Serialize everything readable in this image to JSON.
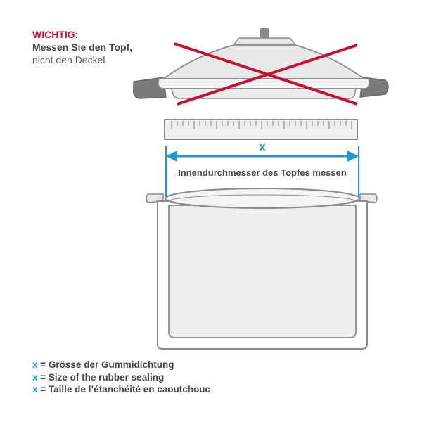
{
  "note": {
    "warning": "WICHTIG:",
    "line1": "Messen Sie den Topf,",
    "line2": "nicht den Deckel"
  },
  "measurement": {
    "symbol": "x",
    "label": "Innendurchmesser des Topfes messen"
  },
  "legend": [
    {
      "symbol": "x",
      "text": "= Grösse der Gummidichtung"
    },
    {
      "symbol": "x",
      "text": "= Size of the rubber sealing"
    },
    {
      "symbol": "x",
      "text": "= Taille de l’étanchéité en caoutchouc"
    }
  ],
  "colors": {
    "warning_red": "#c8102e",
    "accent_blue": "#1a9ad6",
    "outline_gray": "#8a8a8a",
    "handle_gray": "#7a7a7a",
    "text_gray": "#444444"
  },
  "icons": {
    "cross": "cross-out-icon",
    "ruler": "ruler-icon",
    "lid": "pot-lid-icon",
    "pot": "pot-icon"
  }
}
